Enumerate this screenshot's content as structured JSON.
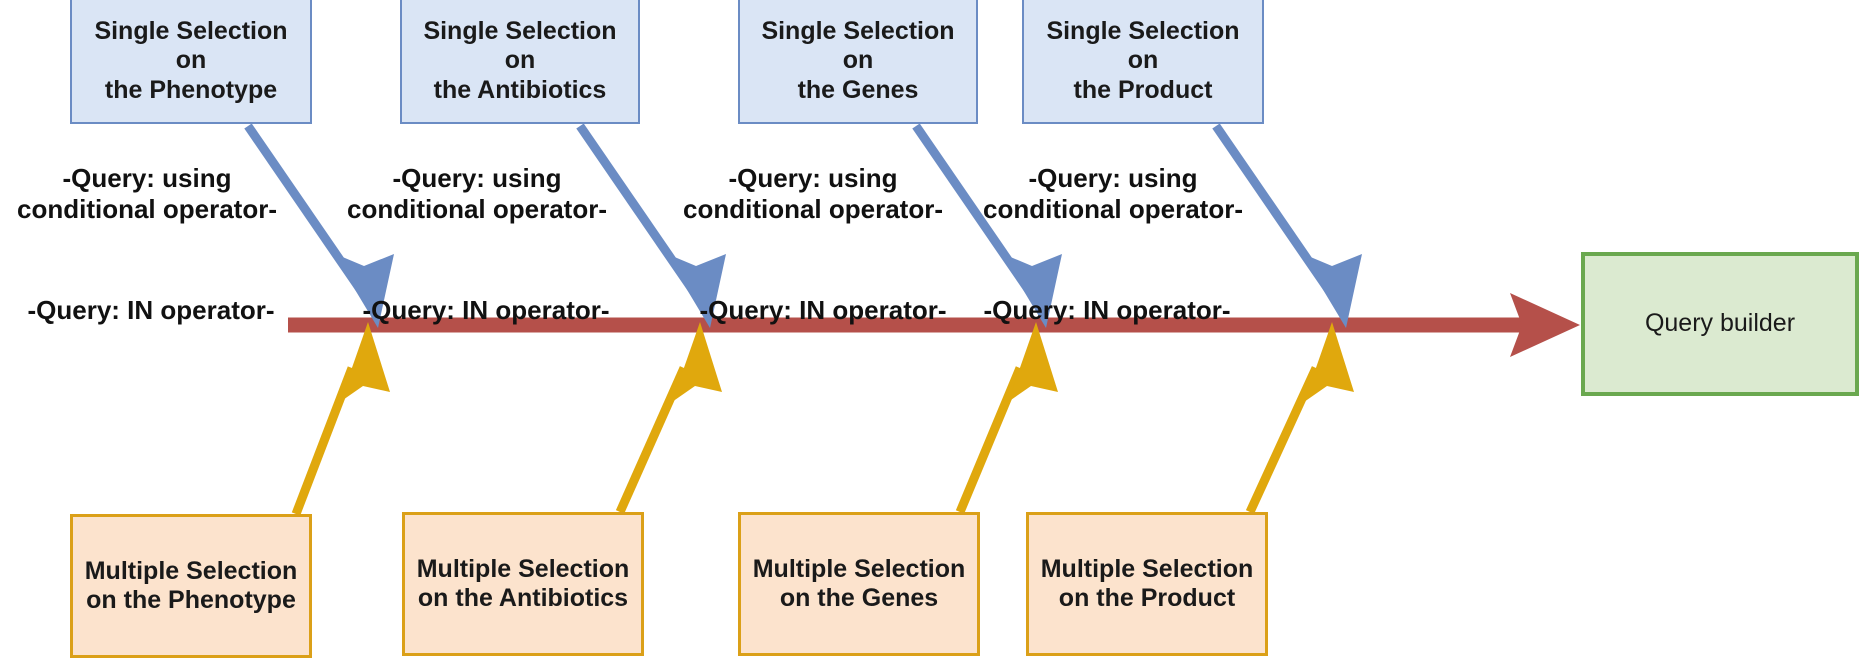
{
  "diagram": {
    "type": "fishbone-diagram",
    "background_color": "#ffffff",
    "spine": {
      "name": "query-builder-spine",
      "color": "#b5504a",
      "direction": "left-to-right"
    },
    "effect_node": {
      "label": "Query builder",
      "fill": "#dbead0",
      "border": "#6aa84f"
    },
    "top_causes": [
      {
        "label": "Single Selection on\nthe Phenotype"
      },
      {
        "label": "Single Selection on\nthe Antibiotics"
      },
      {
        "label": "Single Selection on\nthe Genes"
      },
      {
        "label": "Single Selection on\nthe Product"
      }
    ],
    "bottom_causes": [
      {
        "label": "Multiple Selection\non the Phenotype"
      },
      {
        "label": "Multiple Selection\non the Antibiotics"
      },
      {
        "label": "Multiple Selection\non the Genes"
      },
      {
        "label": "Multiple Selection\non the Product"
      }
    ],
    "top_edge_labels": [
      {
        "label": "-Query: using\nconditional operator-"
      },
      {
        "label": "-Query: using\nconditional operator-"
      },
      {
        "label": "-Query: using\nconditional operator-"
      },
      {
        "label": "-Query: using\nconditional operator-"
      }
    ],
    "bottom_edge_labels": [
      {
        "label": "-Query: IN operator-"
      },
      {
        "label": "-Query: IN operator-"
      },
      {
        "label": "-Query: IN operator-"
      },
      {
        "label": "-Query: IN operator-"
      }
    ],
    "colors": {
      "top_box_fill": "#dae5f5",
      "top_box_border": "#6b8cc4",
      "bottom_box_fill": "#fce3cd",
      "bottom_box_border": "#dba018",
      "effect_fill": "#dbead0",
      "effect_border": "#6aa84f",
      "spine_red": "#b5504a",
      "top_arrow_blue": "#6b8cc4",
      "bottom_arrow_orange": "#e0a80d",
      "text": "#111111"
    }
  }
}
